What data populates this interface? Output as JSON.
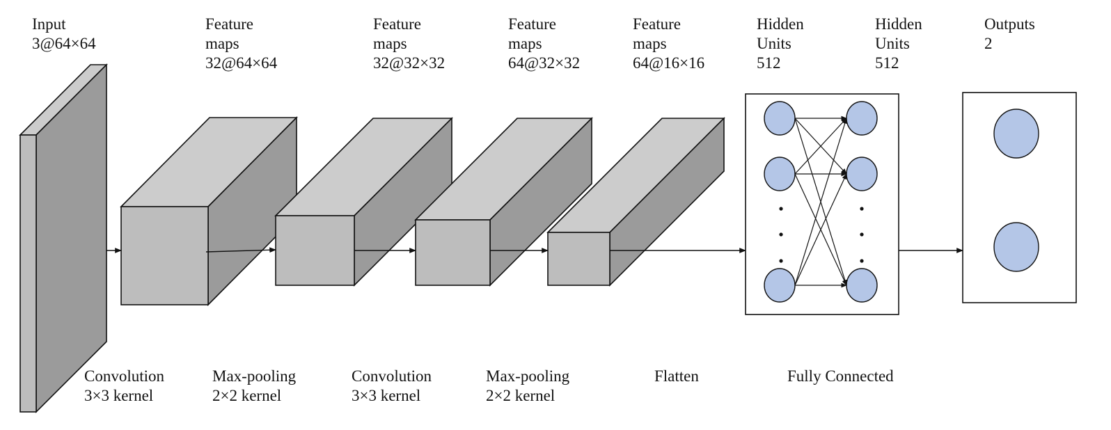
{
  "layers": [
    {
      "lines": [
        "Input",
        "3@64×64"
      ]
    },
    {
      "lines": [
        "Feature",
        "maps",
        "32@64×64"
      ]
    },
    {
      "lines": [
        "Feature",
        "maps",
        "32@32×32"
      ]
    },
    {
      "lines": [
        "Feature",
        "maps",
        "64@32×32"
      ]
    },
    {
      "lines": [
        "Feature",
        "maps",
        "64@16×16"
      ]
    },
    {
      "lines": [
        "Hidden",
        "Units",
        "512"
      ]
    },
    {
      "lines": [
        "Hidden",
        "Units",
        "512"
      ]
    },
    {
      "lines": [
        "Outputs",
        "2"
      ]
    }
  ],
  "operations": [
    {
      "lines": [
        "Convolution",
        "3×3 kernel"
      ]
    },
    {
      "lines": [
        "Max-pooling",
        "2×2 kernel"
      ]
    },
    {
      "lines": [
        "Convolution",
        "3×3 kernel"
      ]
    },
    {
      "lines": [
        "Max-pooling",
        "2×2 kernel"
      ]
    },
    {
      "lines": [
        "Flatten"
      ]
    },
    {
      "lines": [
        "Fully Connected"
      ]
    }
  ],
  "colors": {
    "front": "#bdbdbd",
    "top": "#cccccc",
    "side": "#9b9b9b",
    "neuron": "#b4c6e7",
    "stroke": "#111111"
  }
}
